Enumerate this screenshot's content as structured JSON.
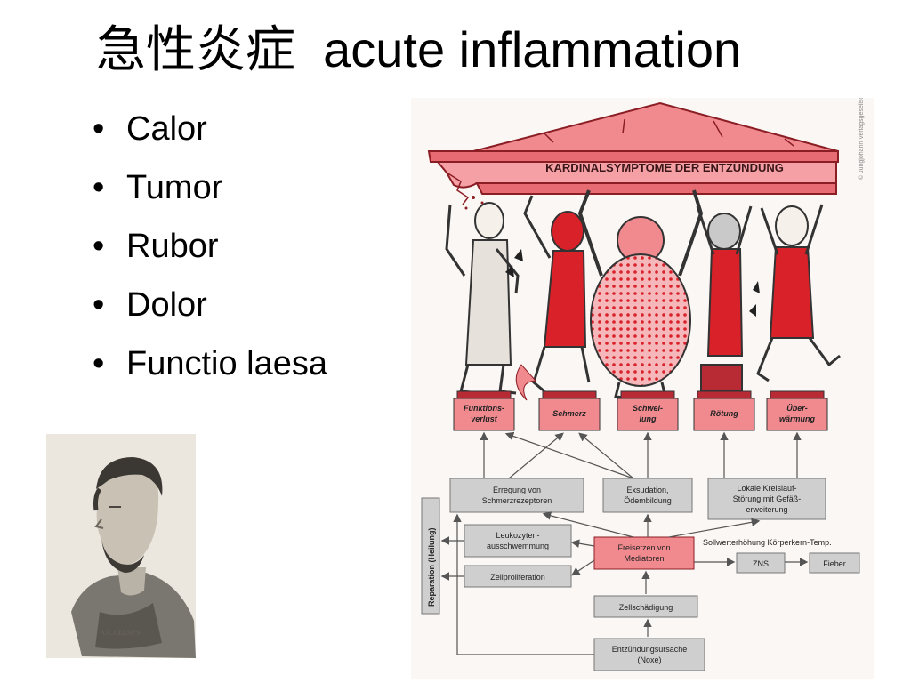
{
  "slide": {
    "title_zh": "急性炎症",
    "title_en": "acute inflammation",
    "bullets": [
      "Calor",
      "Tumor",
      "Rubor",
      "Dolor",
      "Functio laesa"
    ]
  },
  "portrait": {
    "caption": "A.C.CELSUS."
  },
  "figure": {
    "banner": "KARDINALSYMPTOME DER ENTZÜNDUNG",
    "copyright": "© Jungjohann Verlagsgesellschaft",
    "pedestals": [
      [
        "Funktions-",
        "verlust"
      ],
      [
        "Schmerz"
      ],
      [
        "Schwel-",
        "lung"
      ],
      [
        "Rötung"
      ],
      [
        "Über-",
        "wärmung"
      ]
    ],
    "boxes": {
      "erregung": [
        "Erregung von",
        "Schmerzrezeptoren"
      ],
      "exsudation": [
        "Exsudation,",
        "Ödembildung"
      ],
      "kreislauf": [
        "Lokale Kreislauf-",
        "Störung mit Gefäß-",
        "erweiterung"
      ],
      "leukozyten": [
        "Leukozyten-",
        "ausschwemmung"
      ],
      "freisetzen": [
        "Freisetzen von",
        "Mediatoren"
      ],
      "zellprolif": [
        "Zellproliferation"
      ],
      "zellschaed": [
        "Zellschädigung"
      ],
      "ursache": [
        "Entzündungsursache",
        "(Noxe)"
      ],
      "zns": [
        "ZNS"
      ],
      "fieber": [
        "Fieber"
      ]
    },
    "sollwert": "Sollwerterhöhung Körperkern-Temp.",
    "reparation": "Reparation (Heilung)",
    "colors": {
      "red": "#d9212a",
      "pink": "#f08a8f",
      "box_gray": "#cfcfcf",
      "pedestal_top": "#b92b34"
    }
  }
}
